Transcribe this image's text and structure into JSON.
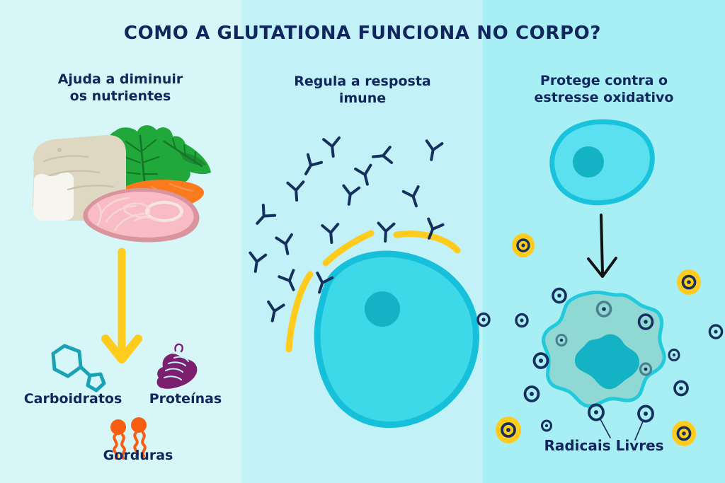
{
  "title": "COMO A GLUTATIONA FUNCIONA NO CORPO?",
  "columns": [
    {
      "id": "nutrients",
      "heading": "Ajuda a diminuir\nos nutrientes",
      "heading_line1": "Ajuda a diminuir",
      "heading_line2": "os nutrientes",
      "illustration": "food-group-bread-carrot-salmon",
      "arrow": "yellow-down-arrow",
      "nutrients": [
        {
          "label": "Carboidratos",
          "icon": "hexagon-pentagon-molecule-icon",
          "color": "#1aa3b5"
        },
        {
          "label": "Proteínas",
          "icon": "folded-protein-icon",
          "color": "#7b1f6e"
        },
        {
          "label": "Gorduras",
          "icon": "lipid-molecule-icon",
          "color": "#f95d11"
        }
      ]
    },
    {
      "id": "immune",
      "heading": "Regula a resposta\nimune",
      "heading_line1": "Regula a resposta",
      "heading_line2": "imune",
      "illustration": "antibodies-shielded-cell",
      "antibody_count": 17,
      "shield_arc_count": 3,
      "shield_color": "#ffcc1e",
      "antibody_color": "#16305e",
      "cell_color": "#3dd9e8"
    },
    {
      "id": "oxidative",
      "heading": "Protege contra o\nestresse oxidativo",
      "heading_line1": "Protege contra o",
      "heading_line2": "estresse oxidativo",
      "illustration": "healthy-cell-to-damaged-cell",
      "arrow": "black-down-arrow",
      "free_radicals_label": "Radicais Livres",
      "free_radical_count": 19,
      "highlighted_radical_color": "#ffcc1e",
      "radical_outline_color": "#16305e"
    }
  ],
  "colors": {
    "band_1": "#d6f6f7",
    "band_2": "#c2f2f7",
    "band_3": "#a8eef5",
    "navy_text": "#10265c",
    "yellow": "#ffcc1e",
    "cell_cyan": "#3dd9e8",
    "cell_nucleus": "#13b2c4",
    "damaged_cell_fill": "#8fd8d4",
    "bread_crust": "#ded8c2",
    "bread_slice": "#f7f5ef",
    "carrot": "#fb7a1e",
    "leaf_green": "#21a83a",
    "salmon_pink": "#f9bcc4",
    "salmon_edge": "#d9949e"
  }
}
